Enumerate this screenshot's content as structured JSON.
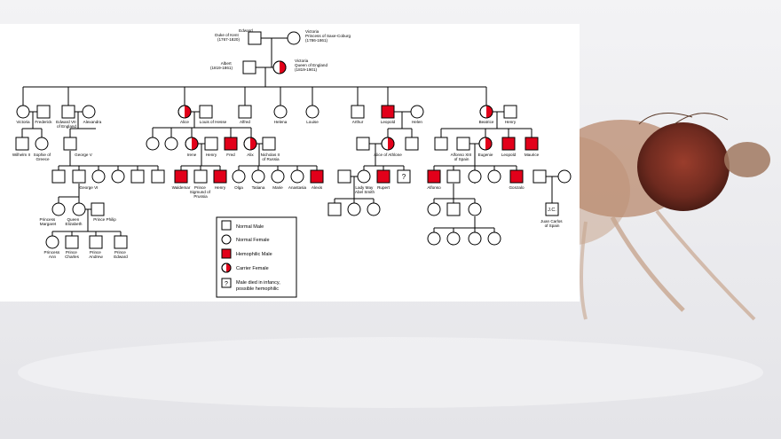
{
  "colors": {
    "hemophilic": "#e2001a",
    "panel": "#ffffff"
  },
  "people": {
    "edward_kent": [
      "Edward",
      "Duke of Kent",
      "(1767-1820)"
    ],
    "victoria_saxe": [
      "Victoria",
      "Princess of Saxe-Coburg",
      "(1786-1861)"
    ],
    "albert": [
      "Albert",
      "(1819-1861)"
    ],
    "victoria_queen": [
      "Victoria",
      "Queen of England",
      "(1819-1901)"
    ],
    "victoria_d": [
      "Victoria"
    ],
    "frederick": [
      "Frederick"
    ],
    "edward7": [
      "Edward VII",
      "of England"
    ],
    "alexandra": [
      "Alexandra"
    ],
    "wilhelm": [
      "Wilhelm II"
    ],
    "sophie": [
      "Sophie of",
      "Greece"
    ],
    "george5": [
      "George V"
    ],
    "george6": [
      "George VI"
    ],
    "margaret": [
      "Princess",
      "Margaret"
    ],
    "elizabeth": [
      "Queen",
      "Elizabeth"
    ],
    "philip": [
      "Prince Philip"
    ],
    "anne": [
      "Princess",
      "Ann"
    ],
    "charles": [
      "Prince",
      "Charles"
    ],
    "andrew": [
      "Prince",
      "Andrew"
    ],
    "edward_p": [
      "Prince",
      "Edward"
    ],
    "alice": [
      "Alice"
    ],
    "louis_hesse": [
      "Louis of Hesse"
    ],
    "alfred": [
      "Alfred"
    ],
    "helena": [
      "Helena"
    ],
    "louise": [
      "Louise"
    ],
    "arthur": [
      "Arthur"
    ],
    "leopold": [
      "Leopold"
    ],
    "helen": [
      "Helen"
    ],
    "beatrice": [
      "Beatrice"
    ],
    "henry_b": [
      "Henry"
    ],
    "irene": [
      "Irene"
    ],
    "henry_i": [
      "Henry"
    ],
    "fred": [
      "Fred"
    ],
    "alix": [
      "Alix"
    ],
    "nicholas": [
      "Nicholas II",
      "of Russia"
    ],
    "waldemar": [
      "Waldemar"
    ],
    "sigmund": [
      "Prince",
      "Sigmund of",
      "Prussia"
    ],
    "henry_g": [
      "Henry"
    ],
    "olga": [
      "Olga"
    ],
    "tatiana": [
      "Tatiana"
    ],
    "marie": [
      "Marie"
    ],
    "anastasia": [
      "Anastasia"
    ],
    "alexis": [
      "Alexis"
    ],
    "alice_athlone": [
      "Alice of Athlone"
    ],
    "lady_may": [
      "Lady May",
      "Abel Smith"
    ],
    "rupert": [
      "Rupert"
    ],
    "alfonso13": [
      "Alfonso XIII",
      "of Spain"
    ],
    "eugenie": [
      "Eugenie"
    ],
    "leopold_b": [
      "Leopold"
    ],
    "maurice": [
      "Maurice"
    ],
    "alfonso": [
      "Alfonso"
    ],
    "gonzalo": [
      "Gonzalo"
    ],
    "juan_carlos": [
      "Juan Carlos",
      "of Spain"
    ]
  },
  "marks": {
    "infant_unknown": "?",
    "juan_carlos_initials": "J.C."
  },
  "legend": {
    "normal_male": "Normal Male",
    "normal_female": "Normal Female",
    "hemophilic_male": "Hemophilic Male",
    "carrier_female": "Carrier Female",
    "died_infancy": [
      "Male died in infancy,",
      "possible hemophilic"
    ],
    "died_symbol": "?"
  }
}
